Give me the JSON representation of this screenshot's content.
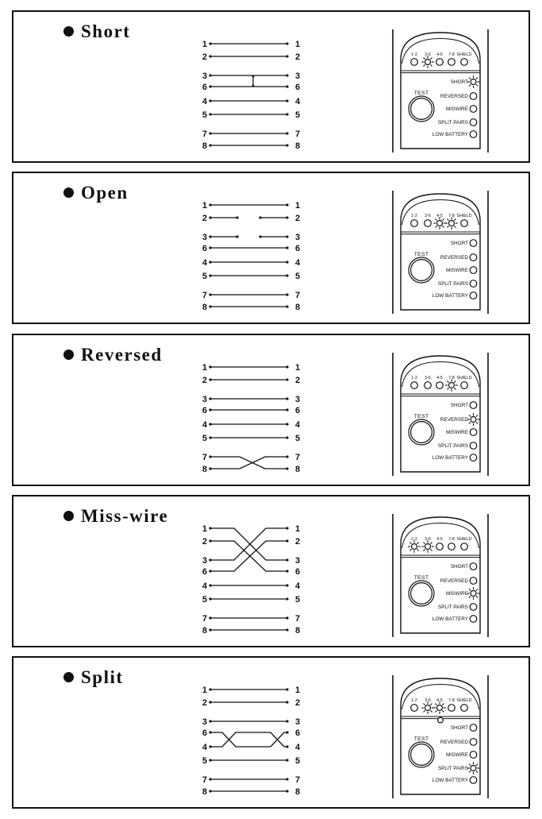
{
  "colors": {
    "ink": "#111111",
    "background": "#ffffff"
  },
  "pins": [
    "1",
    "2",
    "3",
    "6",
    "4",
    "5",
    "7",
    "8"
  ],
  "tester": {
    "test_button_label": "TEST",
    "pair_led_labels": [
      "1-2",
      "3-6",
      "4-5",
      "7-8",
      "SHIELD"
    ],
    "status_led_labels": [
      "SHORT",
      "REVERSED",
      "MISWIRE",
      "SPLIT PAIRS",
      "LOW BATTERY"
    ]
  },
  "panels": [
    {
      "title": "Short",
      "lit_pair_leds": [
        "3-6"
      ],
      "lit_status_leds": [
        "SHORT"
      ],
      "wiring": {
        "pattern": "short",
        "shorted_pins": [
          "3",
          "6"
        ]
      }
    },
    {
      "title": "Open",
      "lit_pair_leds": [
        "4-5",
        "7-8"
      ],
      "lit_status_leds": [],
      "wiring": {
        "pattern": "open",
        "open_pins": [
          "2",
          "3"
        ]
      }
    },
    {
      "title": "Reversed",
      "lit_pair_leds": [
        "7-8"
      ],
      "lit_status_leds": [
        "REVERSED"
      ],
      "wiring": {
        "pattern": "reversed",
        "crossed_pins": [
          "7",
          "8"
        ]
      }
    },
    {
      "title": "Miss-wire",
      "lit_pair_leds": [
        "1-2",
        "3-6"
      ],
      "lit_status_leds": [
        "MISWIRE"
      ],
      "wiring": {
        "pattern": "misswire",
        "miswired_map": {
          "1": "3",
          "2": "6",
          "3": "1",
          "6": "2"
        }
      }
    },
    {
      "title": "Split",
      "lit_pair_leds": [
        "3-6",
        "4-5"
      ],
      "lit_status_leds": [
        "SPLIT PAIRS"
      ],
      "extra_unlit_led_above_short": true,
      "wiring": {
        "pattern": "split",
        "split_pins": [
          "6",
          "4"
        ]
      }
    }
  ]
}
